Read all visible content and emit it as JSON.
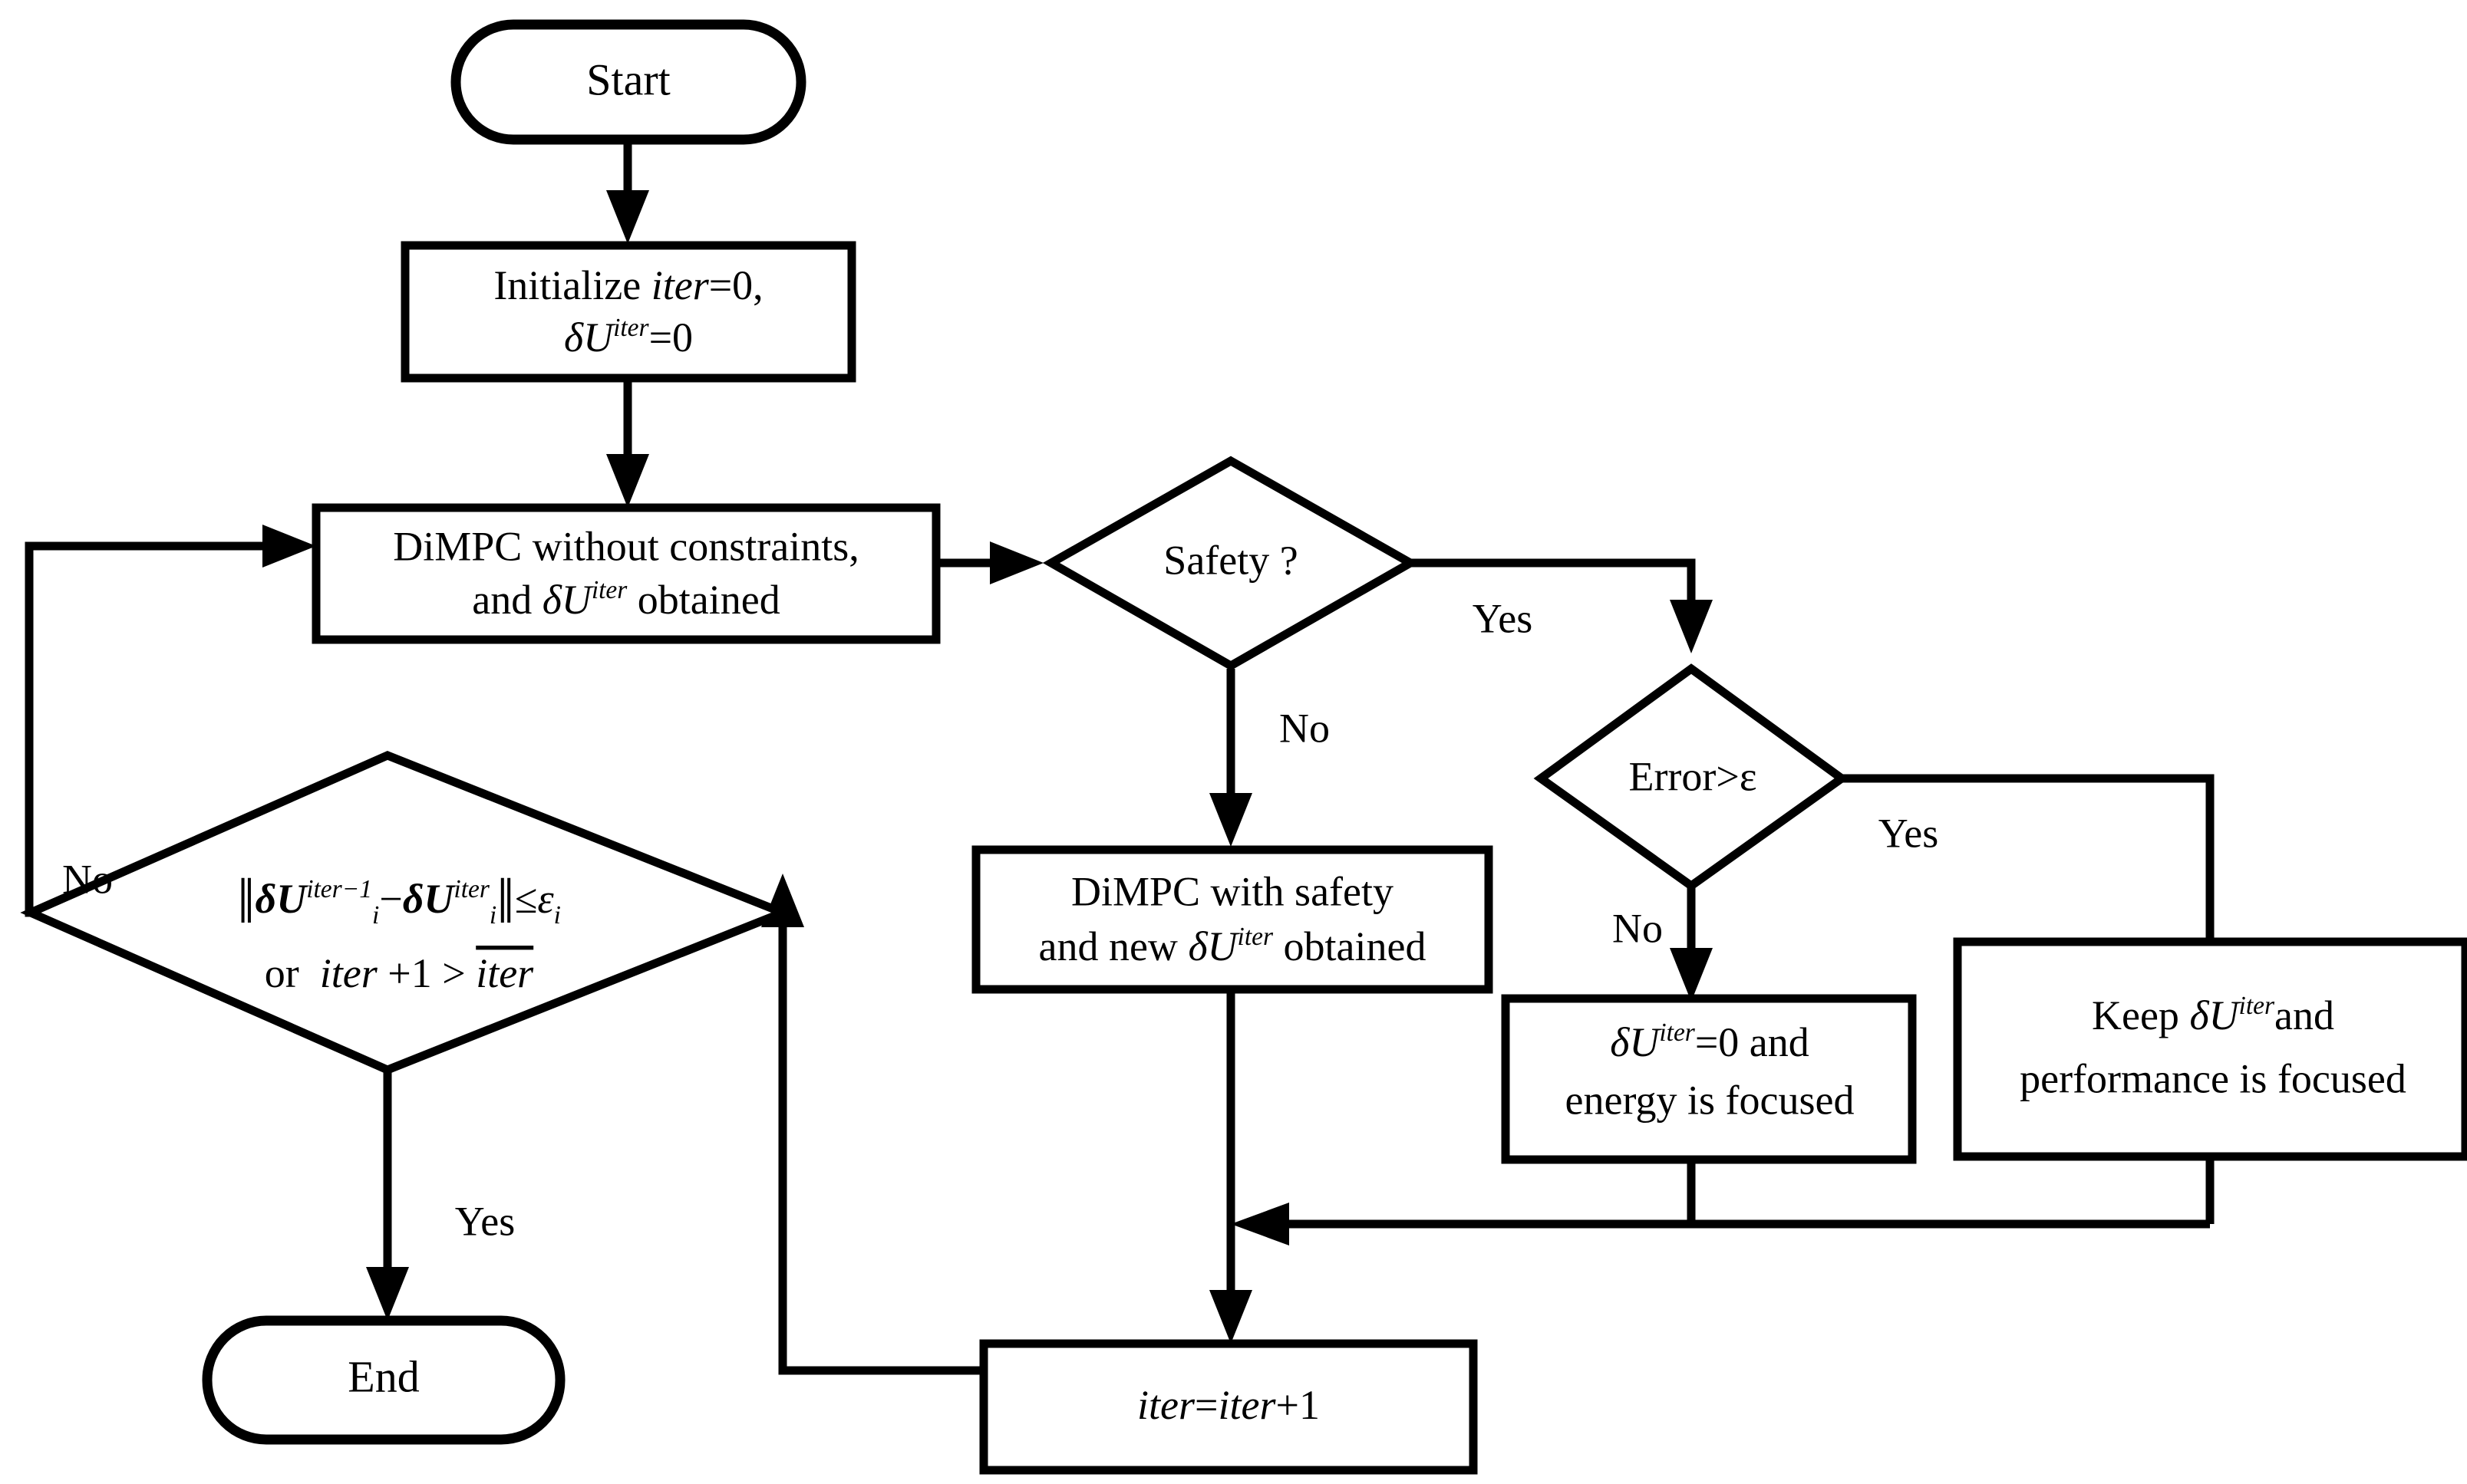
{
  "diagram": {
    "title": "DiMPC safety and convergence iteration flowchart",
    "background_color": "#ffffff",
    "line_color": "#000000",
    "nodes": {
      "start": {
        "id": "start",
        "shape": "terminator",
        "label": "Start"
      },
      "initialize": {
        "id": "initialize",
        "shape": "process",
        "line1_prefix": "Initialize ",
        "line1_var": "iter",
        "line1_suffix": "=0,",
        "line2_delta": "δU",
        "line2_sup": "iter",
        "line2_suffix": "=0"
      },
      "dimpc_no_constraints": {
        "id": "dimpc_no_constraints",
        "shape": "process",
        "line1": "DiMPC without constraints,",
        "line2_prefix": "and ",
        "line2_delta": "δU",
        "line2_sup": "iter",
        "line2_suffix": " obtained"
      },
      "safety_decision": {
        "id": "safety_decision",
        "shape": "decision",
        "label": "Safety ?"
      },
      "error_decision": {
        "id": "error_decision",
        "shape": "decision",
        "label": "Error>ε"
      },
      "dimpc_with_safety": {
        "id": "dimpc_with_safety",
        "shape": "process",
        "line1": "DiMPC with safety",
        "line2_prefix": "and new ",
        "line2_delta": "δU",
        "line2_sup": "iter",
        "line2_suffix": " obtained"
      },
      "energy_focused": {
        "id": "energy_focused",
        "shape": "process",
        "line1_delta": "δU",
        "line1_sup": "iter",
        "line1_suffix": "=0 and",
        "line2": "energy is focused"
      },
      "performance_focused": {
        "id": "performance_focused",
        "shape": "process",
        "line1_prefix": "Keep ",
        "line1_delta": "δU",
        "line1_sup": "iter",
        "line1_suffix": "and",
        "line2": "performance is focused"
      },
      "convergence_decision": {
        "id": "convergence_decision",
        "shape": "decision",
        "line1_norm_open": "‖",
        "line1_delta1": "δU",
        "line1_sup1": "iter−1",
        "line1_sub1": "i",
        "line1_minus": "−",
        "line1_delta2": "δU",
        "line1_sup2": "iter",
        "line1_sub2": "i",
        "line1_norm_close": "‖",
        "line1_rel": "≤",
        "line1_eps": "ε",
        "line1_eps_sub": "i",
        "line2_or": "or",
        "line2_var": "iter",
        "line2_plus": "+1 >",
        "line2_overline_var": "iter"
      },
      "iter_update": {
        "id": "iter_update",
        "shape": "process",
        "var1": "iter",
        "eq": "=",
        "var2": "iter",
        "plus": "+1"
      },
      "end": {
        "id": "end",
        "shape": "terminator",
        "label": "End"
      }
    },
    "edge_labels": {
      "safety_yes": "Yes",
      "safety_no": "No",
      "error_yes": "Yes",
      "error_no": "No",
      "convergence_yes": "Yes",
      "convergence_no": "No"
    }
  }
}
